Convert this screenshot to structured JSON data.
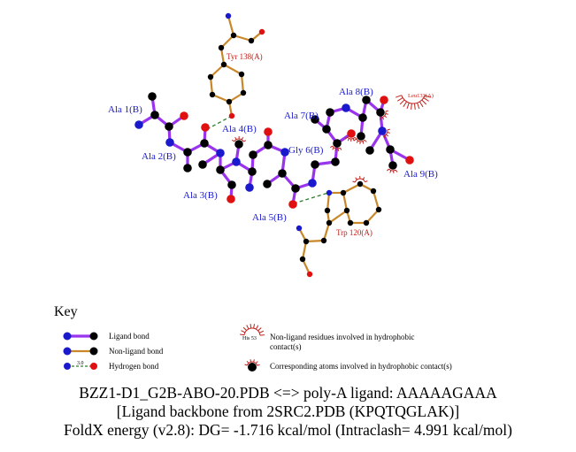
{
  "residues": {
    "tyr138": "Tyr 138(A)",
    "ala1": "Ala 1(B)",
    "ala4": "Ala 4(B)",
    "ala2": "Ala 2(B)",
    "ala3": "Ala 3(B)",
    "ala7": "Ala 7(B)",
    "ala8": "Ala 8(B)",
    "gly6": "Gly 6(B)",
    "ala5": "Ala 5(B)",
    "ala9": "Ala 9(B)",
    "trp120": "Trp 120(A)",
    "leu133": "Leu133(A)"
  },
  "key": {
    "title": "Key",
    "ligand_bond": "Ligand bond",
    "nonligand_bond": "Non-ligand bond",
    "hydrogen_bond": "Hydrogen bond",
    "hbond_length": "3.0",
    "his_label": "His 53",
    "hydrophobic_residues_1": "Non-ligand residues involved in hydrophobic",
    "hydrophobic_residues_2": "contact(s)",
    "hydrophobic_atoms": "Corresponding atoms involved in hydrophobic contact(s)"
  },
  "captions": {
    "line1": "BZZ1-D1_G2B-ABO-20.PDB <=> poly-A ligand: AAAAAGAAA",
    "line2": "[Ligand backbone from 2SRC2.PDB (KPQTQGLAK)]",
    "line3": "FoldX energy (v2.8): DG= -1.716 kcal/mol (Intraclash= 4.991 kcal/mol)"
  },
  "colors": {
    "ligand_bond": "#9933ee",
    "nonligand_bond": "#c8882a",
    "hbond": "#2e7d2e",
    "carbon": "#000000",
    "nitrogen": "#1a1acc",
    "oxygen": "#e01010",
    "residue_label": "#1a1acc",
    "nonligand_label": "#c0201a"
  }
}
